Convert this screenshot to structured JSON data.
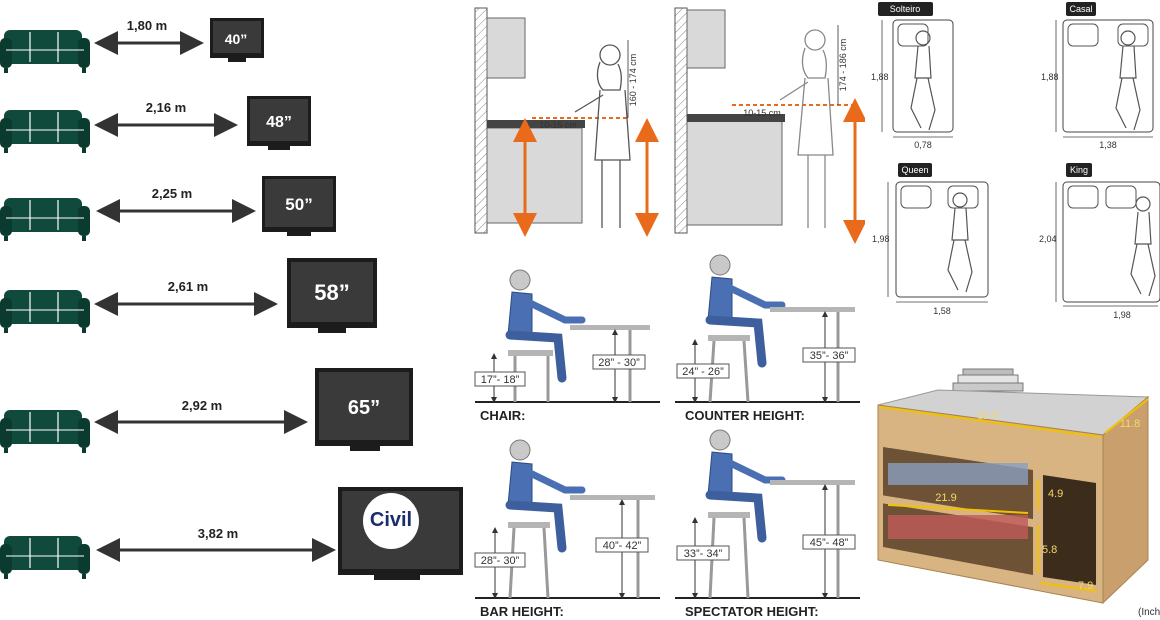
{
  "tv_distances": [
    {
      "distance": "1,80 m",
      "size": "40”"
    },
    {
      "distance": "2,16 m",
      "size": "48”"
    },
    {
      "distance": "2,25 m",
      "size": "50”"
    },
    {
      "distance": "2,61 m",
      "size": "58”"
    },
    {
      "distance": "2,92 m",
      "size": "65”"
    },
    {
      "distance": "3,82 m",
      "size": ""
    }
  ],
  "logo": {
    "text": "Civil"
  },
  "kitchen": {
    "left": {
      "offset": "10-15 cm",
      "range": "160 - 174 cm"
    },
    "right": {
      "offset": "10-15 cm",
      "range": "174 - 186 cm"
    }
  },
  "seating": [
    {
      "label": "CHAIR:",
      "seat": "17”- 18”",
      "table": "28” - 30”"
    },
    {
      "label": "COUNTER HEIGHT:",
      "seat": "24” - 26”",
      "table": "35”- 36”"
    },
    {
      "label": "BAR HEIGHT:",
      "seat": "28”- 30”",
      "table": "40”- 42”"
    },
    {
      "label": "SPECTATOR HEIGHT:",
      "seat": "33”- 34”",
      "table": "45”- 48”"
    }
  ],
  "beds": [
    {
      "name": "Solteiro",
      "length": "1,88",
      "width": "0,78"
    },
    {
      "name": "Casal",
      "length": "1,88",
      "width": "1,38"
    },
    {
      "name": "Queen",
      "length": "1,98",
      "width": "1,58"
    },
    {
      "name": "King",
      "length": "2,04",
      "width": "1,98"
    }
  ],
  "bench": {
    "width": "31.5",
    "depth": "11.8",
    "inner_width": "21.9",
    "shelf_h1": "4.9",
    "shelf_h2": "5.8",
    "side": "7.9",
    "unit": "(Inch"
  },
  "colors": {
    "sofa": "#0f4a3c",
    "tv": "#1c1c1c",
    "arrow": "#333333",
    "accent": "#e86a1a",
    "cabinet": "#d9d9d9",
    "wood": "#d8b483",
    "chair": "#4a6fb3"
  }
}
